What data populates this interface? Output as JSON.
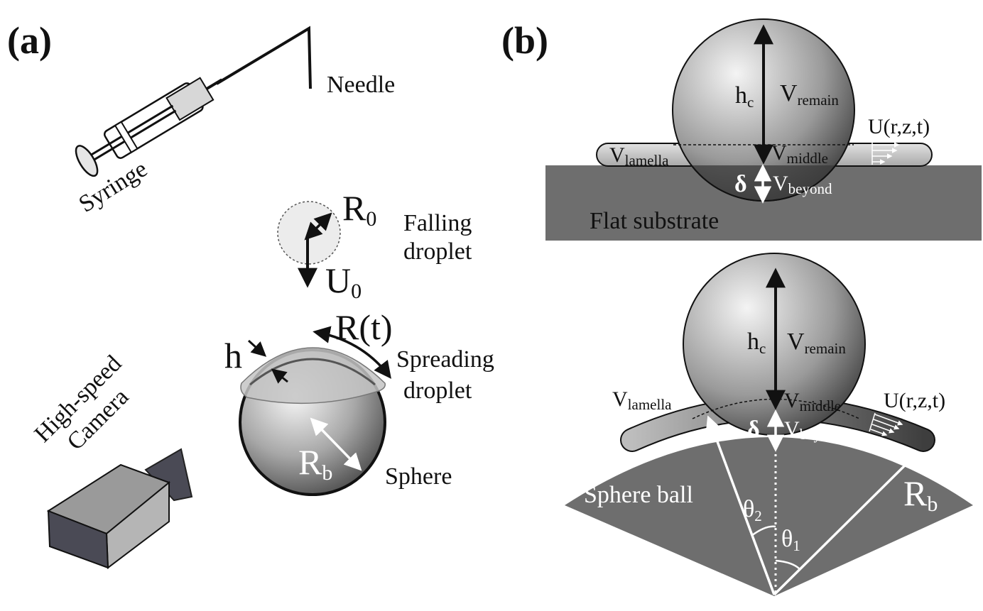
{
  "panel_a": {
    "label": "(a)",
    "needle": "Needle",
    "syringe": "Syringe",
    "r0": "R",
    "r0_sub": "0",
    "u0": "U",
    "u0_sub": "0",
    "falling_1": "Falling",
    "falling_2": "droplet",
    "rt": "R(t)",
    "h": "h",
    "spreading_1": "Spreading",
    "spreading_2": "droplet",
    "camera_1": "High-speed",
    "camera_2": "Camera",
    "rb": "R",
    "rb_sub": "b",
    "sphere": "Sphere"
  },
  "panel_b": {
    "label": "(b)",
    "top": {
      "hc": "h",
      "hc_sub": "c",
      "v_remain": "V",
      "v_remain_sub": "remain",
      "u_field": "U(r,z,t)",
      "v_lamella": "V",
      "v_lamella_sub": "lamella",
      "v_middle": "V",
      "v_middle_sub": "middle",
      "delta": "δ",
      "v_beyond": "V",
      "v_beyond_sub": "beyond",
      "substrate": "Flat substrate"
    },
    "bottom": {
      "hc": "h",
      "hc_sub": "c",
      "v_remain": "V",
      "v_remain_sub": "remain",
      "v_lamella": "V",
      "v_lamella_sub": "lamella",
      "v_middle": "V",
      "v_middle_sub": "middle",
      "u_field": "U(r,z,t)",
      "delta": "δ",
      "v_beyond": "V",
      "v_beyond_sub": "beyond",
      "sphere_ball": "Sphere ball",
      "theta2": "θ",
      "theta2_sub": "2",
      "theta1": "θ",
      "theta1_sub": "1",
      "rb": "R",
      "rb_sub": "b"
    }
  },
  "colors": {
    "substrate": "#6e6e6e",
    "lamella": "#c9c9c9",
    "outline": "#111111"
  }
}
